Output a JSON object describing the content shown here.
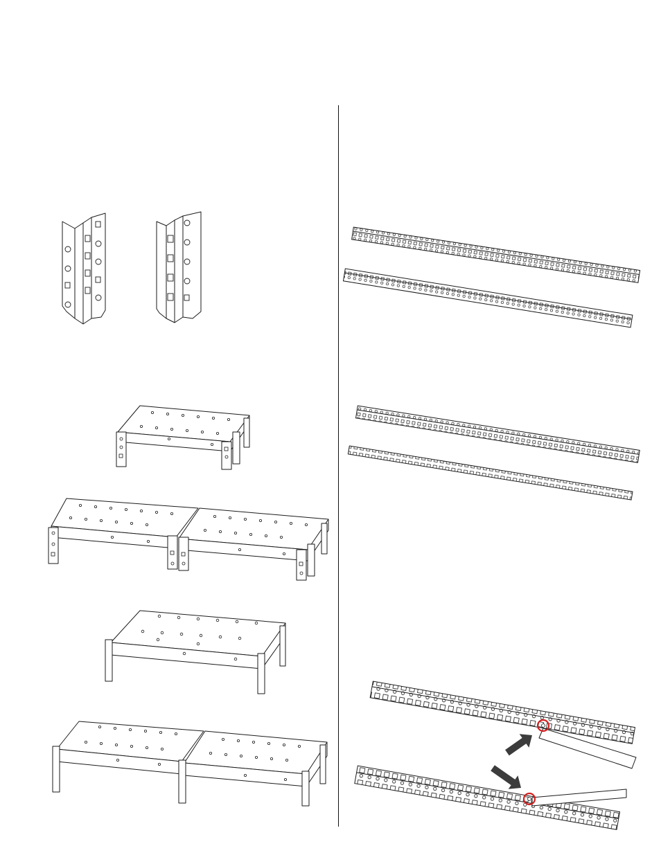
{
  "page": {
    "background": "#ffffff",
    "line_color": "#1a1a1a",
    "highlight_color": "#d42020",
    "arrow_color": "#3c3c3c"
  },
  "left_column": {
    "figures": [
      {
        "name": "upright-post-profiles",
        "count": 2
      },
      {
        "name": "single-shelf-unit"
      },
      {
        "name": "double-shelf-unit-punched-uprights"
      },
      {
        "name": "single-shelf-unit-solid-uprights"
      },
      {
        "name": "double-shelf-unit-solid-uprights"
      }
    ]
  },
  "right_column": {
    "figures": [
      {
        "name": "rail-pair-a",
        "count": 2
      },
      {
        "name": "rail-pair-b",
        "count": 2
      },
      {
        "name": "rail-connection-detail",
        "callouts": 2,
        "arrows": 2
      }
    ]
  }
}
